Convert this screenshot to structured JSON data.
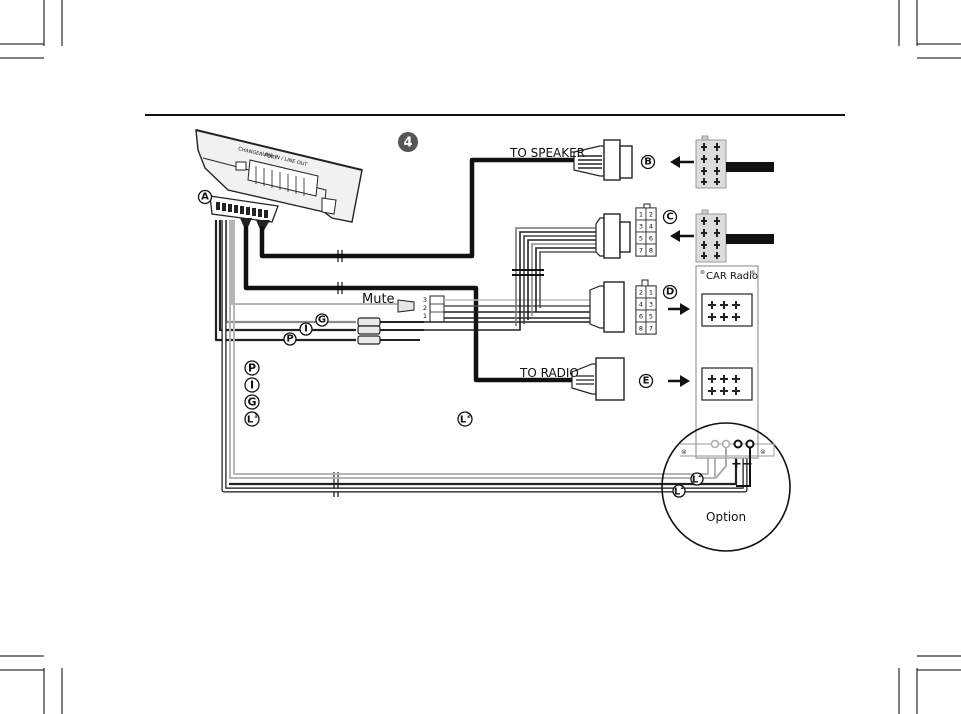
{
  "step_number": "4",
  "labels": {
    "to_speaker": "TO SPEAKER",
    "to_radio": "TO RADIO",
    "mute": "Mute",
    "car_radio": "CAR Radio",
    "option": "Option",
    "plus": "+",
    "minus": "−"
  },
  "connector_tags": {
    "a": "A",
    "b": "B",
    "c": "C",
    "d": "D",
    "e": "E"
  },
  "wire_tags": {
    "g": "G",
    "i": "I",
    "p": "P",
    "l1_base": "L",
    "l1_sup": "1",
    "l2_base": "L",
    "l2_sup": "2"
  },
  "legend": [
    {
      "letter": "P"
    },
    {
      "letter": "I"
    },
    {
      "letter": "G"
    },
    {
      "letter": "L",
      "sup": "1"
    }
  ],
  "mute_pins": [
    "3",
    "2",
    "1"
  ],
  "connector_c_pins": [
    "1",
    "2",
    "3",
    "4",
    "5",
    "6",
    "7",
    "8"
  ],
  "connector_d_pins": [
    "2",
    "1",
    "4",
    "3",
    "6",
    "5",
    "8",
    "7"
  ],
  "device_port_labels": {
    "left_port": "CHANGER PORT",
    "right_port": "LINE IN / LINE OUT"
  },
  "colors": {
    "heavy_wire": "#111111",
    "light_wire": "#b5b5b5",
    "gray_wire": "#8a8a8a"
  }
}
